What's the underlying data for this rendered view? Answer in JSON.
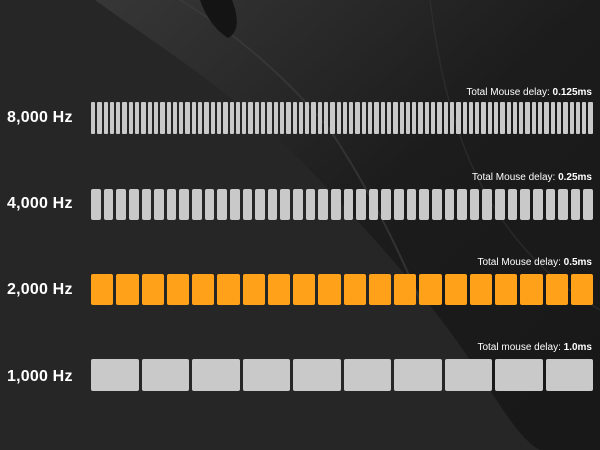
{
  "colors": {
    "background": "#262626",
    "segment_gray": "#c9c9c9",
    "segment_orange": "#ffa21a",
    "gap": "#262626"
  },
  "rows": [
    {
      "hz_label": "8,000 Hz",
      "delay_prefix": "Total Mouse delay: ",
      "delay_value": "0.125ms",
      "color": "gray"
    },
    {
      "hz_label": "4,000 Hz",
      "delay_prefix": "Total Mouse delay: ",
      "delay_value": "0.25ms",
      "color": "gray"
    },
    {
      "hz_label": "2,000 Hz",
      "delay_prefix": "Total Mouse delay: ",
      "delay_value": "0.5ms",
      "color": "orange"
    },
    {
      "hz_label": "1,000 Hz",
      "delay_prefix": "Total mouse delay: ",
      "delay_value": "1.0ms",
      "color": "gray"
    }
  ]
}
